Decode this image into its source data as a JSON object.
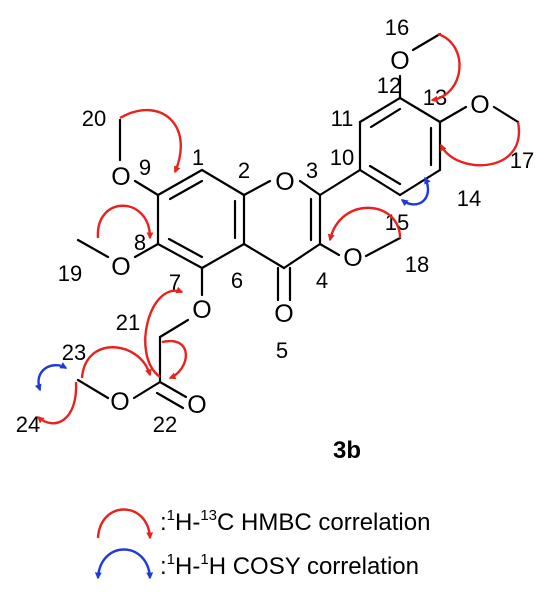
{
  "compound_id": "3b",
  "atoms": {
    "O": "O"
  },
  "positions": [
    "1",
    "2",
    "3",
    "4",
    "5",
    "6",
    "7",
    "8",
    "9",
    "10",
    "11",
    "12",
    "13",
    "14",
    "15",
    "16",
    "17",
    "18",
    "19",
    "20",
    "21",
    "22",
    "23",
    "24"
  ],
  "legend": [
    {
      "pre": ":",
      "sup1": "1",
      "mid": "H-",
      "sup2": "13",
      "post": "C HMBC correlation",
      "color": "#e8231f",
      "type": "HMBC"
    },
    {
      "pre": ":",
      "sup1": "1",
      "mid": "H-",
      "sup2": "1",
      "post": "H COSY correlation",
      "color": "#1f3ad8",
      "type": "COSY"
    }
  ],
  "colors": {
    "hmbc": "#e8231f",
    "cosy": "#1f3ad8",
    "bond": "#000000"
  }
}
